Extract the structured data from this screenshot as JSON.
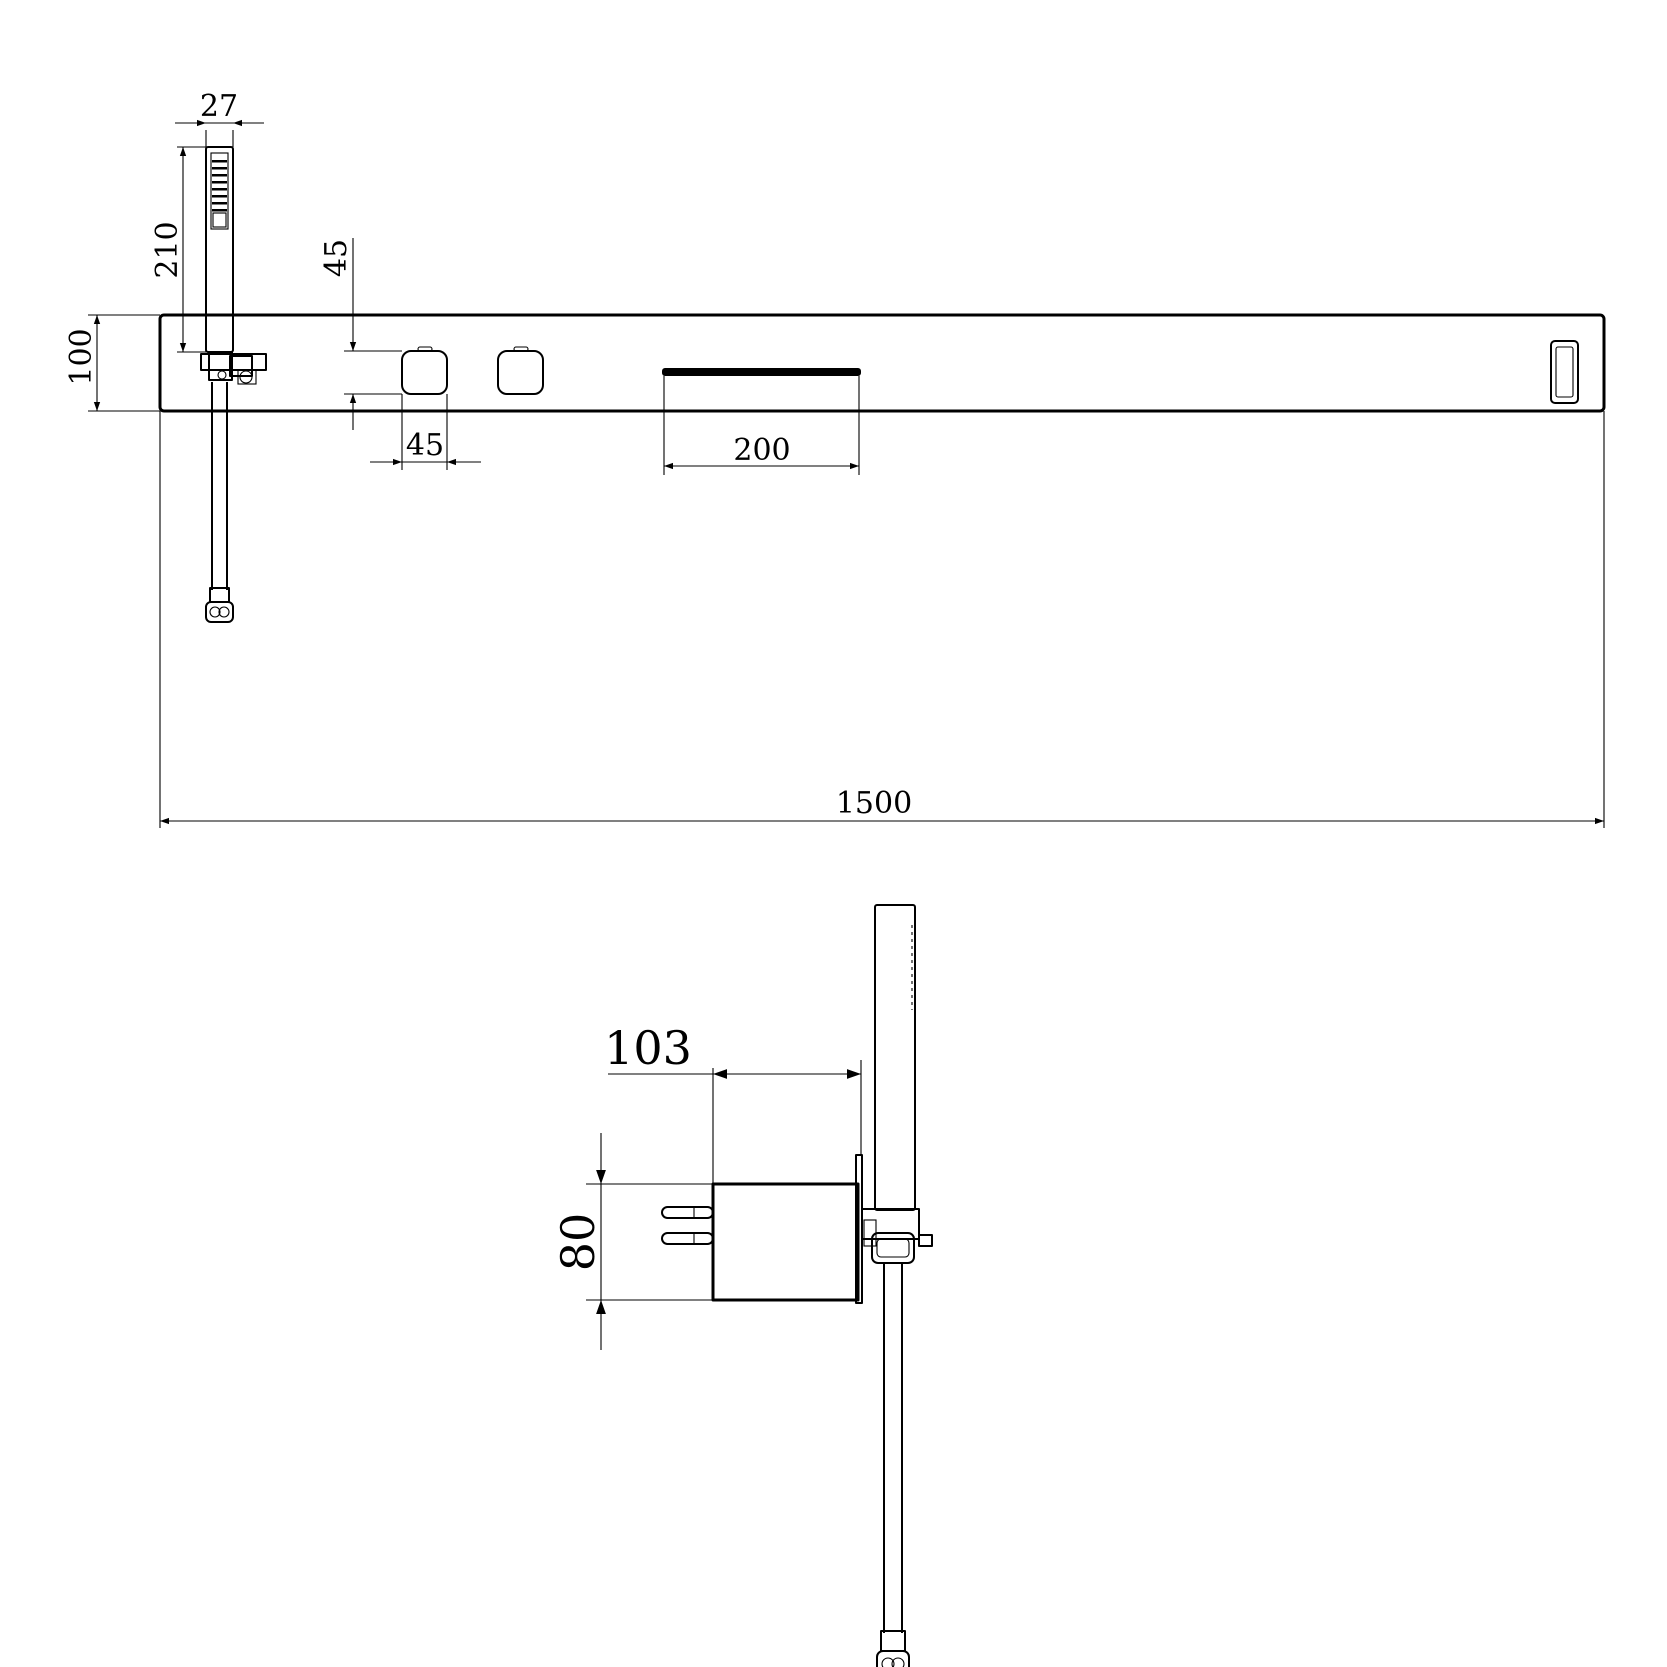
{
  "dimensions": {
    "handle_width": "27",
    "handle_length": "210",
    "panel_height": "100",
    "button_height": "45",
    "button_width": "45",
    "spout_width": "200",
    "panel_length": "1500",
    "body_depth": "103",
    "body_height": "80"
  }
}
